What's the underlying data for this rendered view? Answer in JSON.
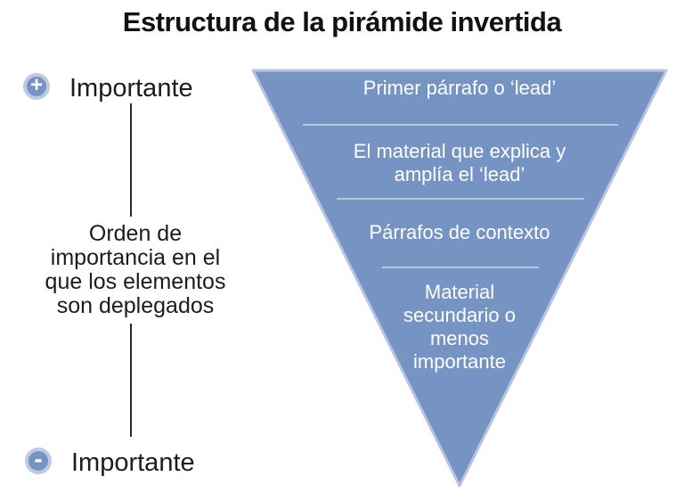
{
  "title": "Estructura de la pirámide invertida",
  "axis": {
    "plus_symbol": "+",
    "minus_symbol": "-",
    "top_label": "Importante",
    "bottom_label": "Importante",
    "description_lines": [
      "Orden de",
      "importancia en el",
      "que los elementos",
      "son deplegados"
    ]
  },
  "pyramid": {
    "segments": [
      {
        "lines": [
          "Primer párrafo o ‘lead’"
        ]
      },
      {
        "lines": [
          "El material que explica y",
          "amplía el ‘lead’"
        ]
      },
      {
        "lines": [
          "Párrafos de contexto"
        ]
      },
      {
        "lines": [
          "Material",
          "secundario o",
          "menos",
          "importante"
        ]
      }
    ]
  },
  "colors": {
    "pyramid_fill": "#7694c3",
    "pyramid_border": "#b7c3e0",
    "divider": "#ccdaeb",
    "icon_ring": "#bdcae4",
    "text_dark": "#1c1c1c",
    "text_light": "#ffffff"
  }
}
